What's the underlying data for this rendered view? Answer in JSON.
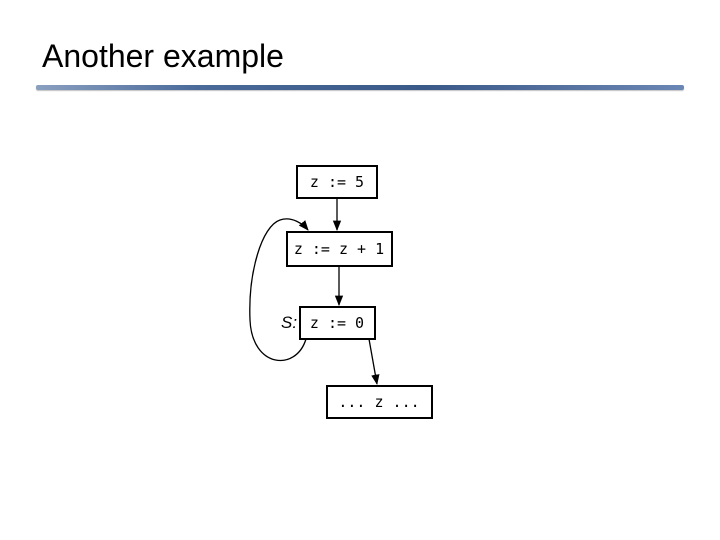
{
  "slide": {
    "title": "Another example"
  },
  "diagram": {
    "nodes": [
      {
        "id": "n1",
        "text": "z := 5"
      },
      {
        "id": "n2",
        "text": "z := z + 1"
      },
      {
        "id": "n3",
        "text": "z := 0",
        "label": "S:"
      },
      {
        "id": "n4",
        "text": "... z ..."
      }
    ],
    "edges": [
      {
        "from": "n1",
        "to": "n2"
      },
      {
        "from": "n2",
        "to": "n3"
      },
      {
        "from": "n3",
        "to": "n4"
      },
      {
        "from": "n3",
        "to": "n2",
        "kind": "back-edge"
      }
    ]
  }
}
